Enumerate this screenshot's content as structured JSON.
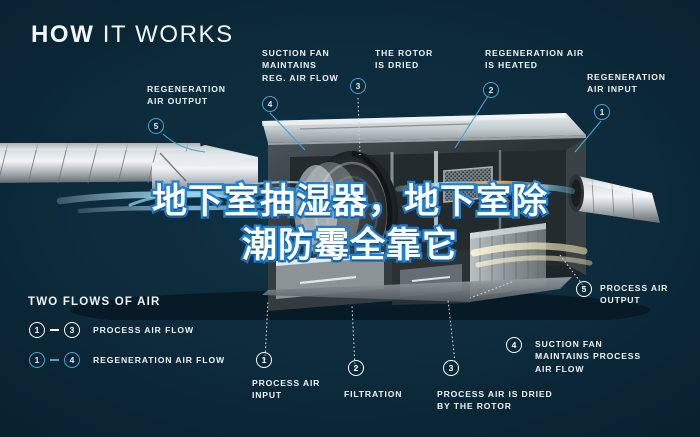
{
  "header": {
    "title_bold": "HOW",
    "title_light": "IT WORKS"
  },
  "overlay": {
    "line1": "地下室抽湿器，地下室除",
    "line2": "潮防霉全靠它",
    "text_color": "#ffffff",
    "stroke_color": "#1f7fd0"
  },
  "colors": {
    "background": "#0a2534",
    "accent_blue": "#3ea8d8",
    "text": "#eef4f7",
    "process_marker": "#ffffff",
    "regeneration_marker": "#3ea8d8"
  },
  "top_callouts": [
    {
      "number": "5",
      "label": "REGENERATION\nAIR OUTPUT",
      "label_line1": "REGENERATION",
      "label_line2": "AIR OUTPUT",
      "marker_color": "blue"
    },
    {
      "number": "4",
      "label_line1": "SUCTION FAN",
      "label_line2": "MAINTAINS",
      "label_line3": "REG. AIR FLOW",
      "marker_color": "blue"
    },
    {
      "number": "3",
      "label_line1": "THE ROTOR",
      "label_line2": "IS DRIED",
      "marker_color": "blue"
    },
    {
      "number": "2",
      "label_line1": "REGENERATION AIR",
      "label_line2": "IS HEATED",
      "marker_color": "blue"
    },
    {
      "number": "1",
      "label_line1": "REGENERATION",
      "label_line2": "AIR INPUT",
      "marker_color": "blue"
    }
  ],
  "bottom_callouts": [
    {
      "number": "1",
      "label_line1": "PROCESS AIR",
      "label_line2": "INPUT",
      "marker_color": "white"
    },
    {
      "number": "2",
      "label_line1": "FILTRATION",
      "label_line2": "",
      "marker_color": "white"
    },
    {
      "number": "3",
      "label_line1": "PROCESS AIR IS DRIED",
      "label_line2": "BY THE ROTOR",
      "marker_color": "white"
    },
    {
      "number": "4",
      "label_line1": "SUCTION FAN",
      "label_line2": "MAINTAINS PROCESS",
      "label_line3": "AIR FLOW",
      "marker_color": "white"
    },
    {
      "number": "5",
      "label_line1": "PROCESS AIR",
      "label_line2": "OUTPUT",
      "marker_color": "white"
    }
  ],
  "legend": {
    "title": "TWO FLOWS OF AIR",
    "rows": [
      {
        "from": "1",
        "to": "3",
        "separator": "–",
        "label": "PROCESS AIR FLOW",
        "marker_color": "white"
      },
      {
        "from": "1",
        "to": "4",
        "separator": "–",
        "label": "REGENERATION AIR FLOW",
        "marker_color": "blue"
      }
    ]
  }
}
